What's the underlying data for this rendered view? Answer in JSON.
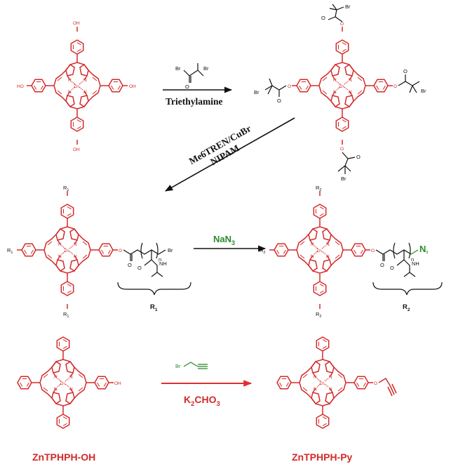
{
  "atoms": {
    "oh": "OH",
    "ho": "HO",
    "zn": "Zn",
    "n": "N",
    "br": "Br",
    "o": "O",
    "nh": "NH",
    "n_sub": "n",
    "n3": "N",
    "n3_sub": "3"
  },
  "reactions": {
    "step1_reagent": "Triethylamine",
    "step2_reagent_line1": "Me6TREN/CuBr",
    "step2_reagent_line2": "NIPAM",
    "step3_reagent": "NaN",
    "step3_reagent_sub": "3",
    "step4_reagent": "K",
    "step4_reagent_sub": "2",
    "step4_reagent_rest": "CHO",
    "step4_reagent_sub2": "3"
  },
  "groups": {
    "r1": "R",
    "r1_sub": "1",
    "r2": "R",
    "r2_sub": "2"
  },
  "compounds": {
    "left_bottom": "ZnTPHPH-OH",
    "right_bottom": "ZnTPHPH-Py"
  }
}
